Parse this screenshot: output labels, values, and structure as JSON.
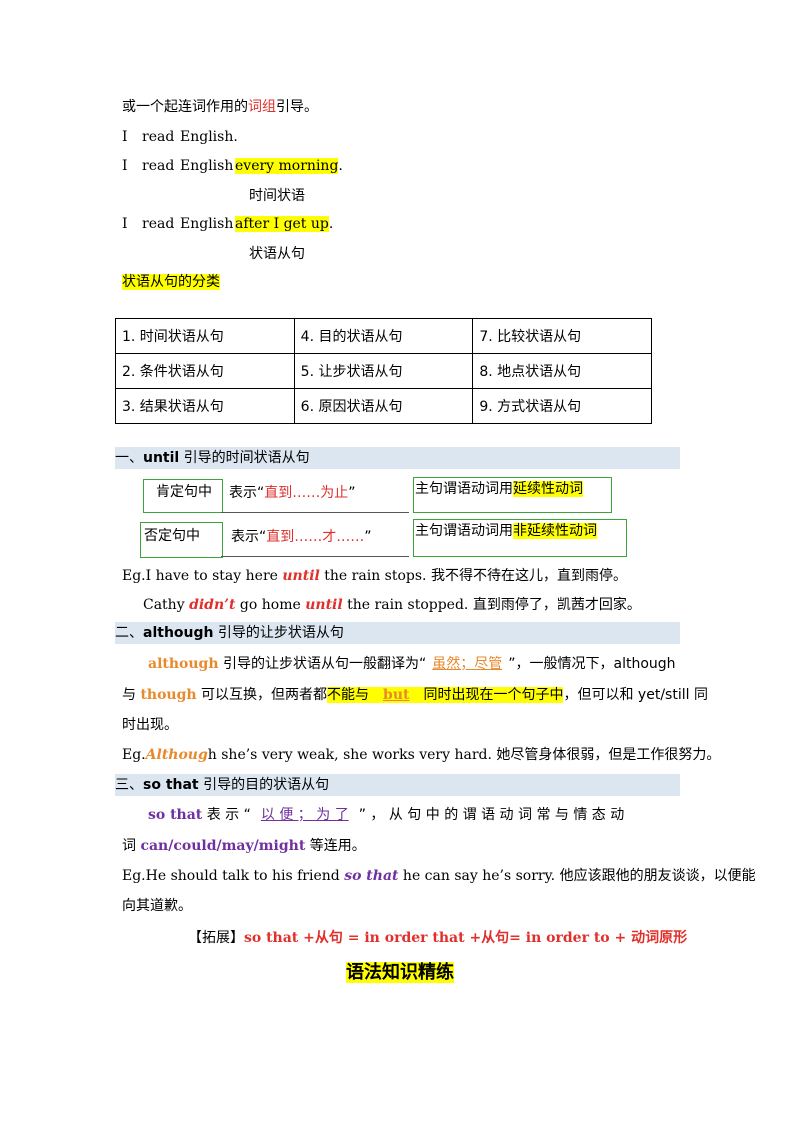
{
  "intro": {
    "prefix": "或一个起连词作用的",
    "red_word": "词组",
    "suffix": "引导。"
  },
  "examples": {
    "ex1": [
      "I",
      "read",
      "English."
    ],
    "ex2": [
      "I",
      "read",
      "English"
    ],
    "ex2_hl": "every morning",
    "ex2_dot": ".",
    "ex2_note": "时间状语",
    "ex3": [
      "I",
      "read",
      "English"
    ],
    "ex3_hl": "after I get up",
    "ex3_dot": ".",
    "ex3_note": "状语从句"
  },
  "classification_heading": "状语从句的分类",
  "classification_table": [
    [
      "1.  时间状语从句",
      "4.  目的状语从句",
      "7.  比较状语从句"
    ],
    [
      "2.  条件状语从句",
      "5.  让步状语从句",
      "8.  地点状语从句"
    ],
    [
      "3.  结果状语从句",
      "6.  原因状语从句",
      "9.  方式状语从句"
    ]
  ],
  "section1": {
    "prefix": "一、",
    "keyword": "until",
    "title": " 引导的时间状语从句",
    "pos_label": "肯定句中",
    "pos_desc_prefix": "表示“",
    "pos_desc_red": "直到……为止",
    "pos_desc_suffix": "”",
    "pos_rule_prefix": "主句谓语动词用",
    "pos_rule_hl": "延续性动词",
    "neg_label": "否定句中",
    "neg_desc_prefix": "表示“",
    "neg_desc_red": "直到……才……",
    "neg_desc_suffix": "”",
    "neg_rule_prefix": "主句谓语动词用",
    "neg_rule_hl": "非延续性动词",
    "eg1_a": "Eg.I  have  to  stay  here ",
    "eg1_kw": "until",
    "eg1_b": "  the  rain  stops.  我不得不待在这儿，直到雨停。",
    "eg2_a": "Cathy ",
    "eg2_kw1": "didn’t",
    "eg2_b": "  go  home ",
    "eg2_kw2": "until",
    "eg2_c": "  the  rain  stopped.  直到雨停了，凯茜才回家。"
  },
  "section2": {
    "prefix": "二、",
    "keyword": "although",
    "title": " 引导的让步状语从句",
    "p1_kw": "although",
    "p1_a": " 引导的让步状语从句一般翻译为“",
    "p1_blank": "虽然；尽管",
    "p1_b": "”，一般情况下，although",
    "p2_a": "与 ",
    "p2_kw": "though",
    "p2_b": " 可以互换，但两者都",
    "p2_hl1": "不能与",
    "p2_blank": "but",
    "p2_hl2": "同时出现在一个句子中",
    "p2_c": "，但可以和 yet/still 同",
    "p3": "时出现。",
    "eg_a": "Eg.",
    "eg_kw": "Althoug",
    "eg_b": "h  she’s  very  weak,  she  works  very  hard.  她尽管身体很弱，但是工作很努力。"
  },
  "section3": {
    "prefix": "三、",
    "keyword": "so  that",
    "title": " 引导的目的状语从句",
    "p1_kw": "so  that",
    "p1_a": "  表 示 “",
    "p1_blank": "以 便 ； 为 了",
    "p1_b": "” ， 从 句 中 的 谓 语 动 词 常 与 情 态 动",
    "p2_a": "词 ",
    "p2_kw": "can/could/may/might",
    "p2_b": " 等连用。",
    "eg_a": "Eg.He should talk to his friend ",
    "eg_kw": "so that",
    "eg_b": "  he can say he’s sorry.  他应该跟他的朋友谈谈，以便能",
    "eg_c": "向其道歉。",
    "ext_bracket": "【拓展】",
    "ext_text": "so that +从句  = in order that +从句= in order to +  动词原形"
  },
  "footer_title": "语法知识精练"
}
